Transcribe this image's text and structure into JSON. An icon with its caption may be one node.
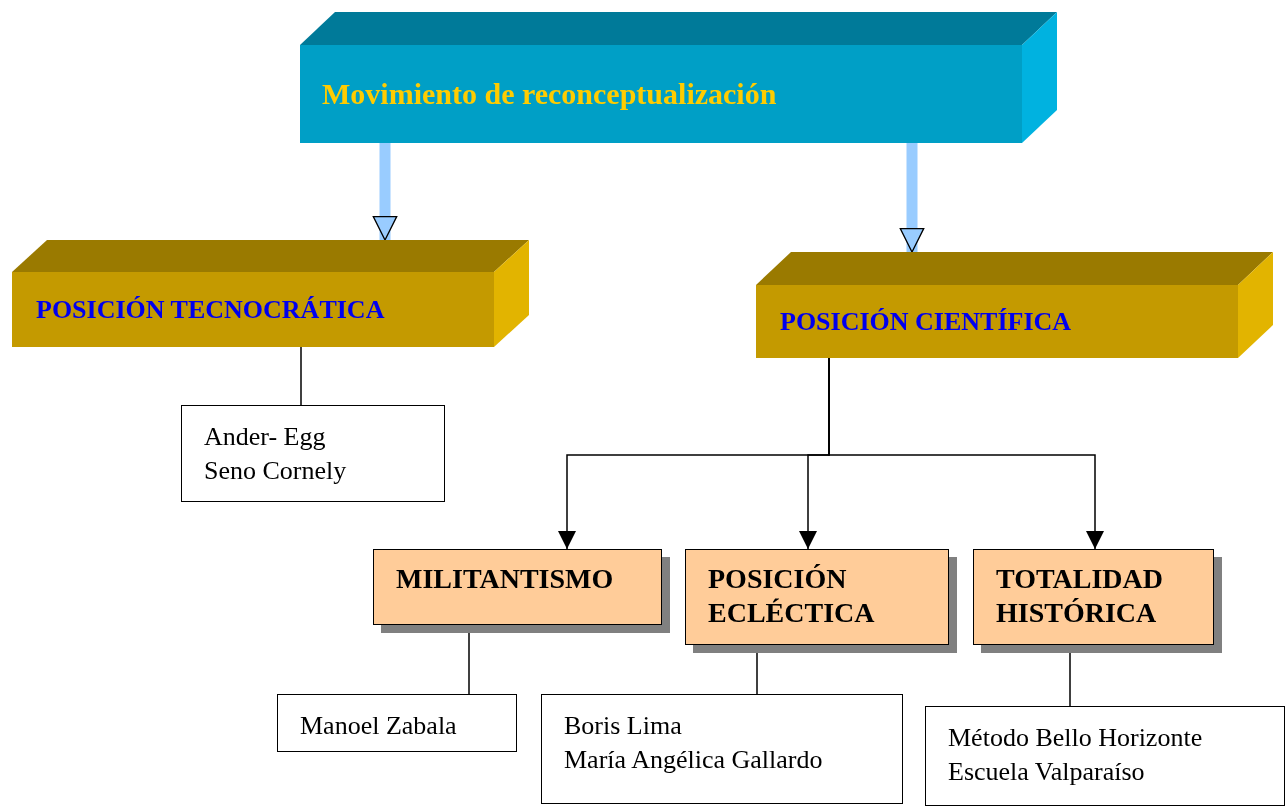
{
  "diagram": {
    "nodes": [
      {
        "text": [
          "Movimiento de reconceptualización"
        ]
      },
      {
        "text": [
          "POSICIÓN TECNOCRÁTICA"
        ]
      },
      {
        "text": [
          "POSICIÓN CIENTÍFICA"
        ]
      },
      {
        "text": [
          "Ander- Egg",
          "Seno Cornely"
        ]
      },
      {
        "text": [
          "MILITANTISMO"
        ]
      },
      {
        "text": [
          "POSICIÓN ECLÉCTICA"
        ]
      },
      {
        "text": [
          "TOTALIDAD HISTÓRICA"
        ]
      },
      {
        "text": [
          "Manoel Zabala"
        ]
      },
      {
        "text": [
          "Boris Lima",
          "María Angélica Gallardo"
        ]
      },
      {
        "text": [
          "Método Bello Horizonte",
          "Escuela Valparaíso"
        ]
      }
    ],
    "edges": [
      {
        "from": 0,
        "to": 1,
        "arrow": "to",
        "style": "thick",
        "color": "#99ccff"
      },
      {
        "from": 0,
        "to": 2,
        "arrow": "to",
        "style": "thick",
        "color": "#99ccff"
      },
      {
        "from": 1,
        "to": 3,
        "arrow": "none"
      },
      {
        "from": 2,
        "to": 4,
        "arrow": "to"
      },
      {
        "from": 2,
        "to": 5,
        "arrow": "to"
      },
      {
        "from": 2,
        "to": 6,
        "arrow": "to"
      },
      {
        "from": 4,
        "to": 7,
        "arrow": "none"
      },
      {
        "from": 5,
        "to": 8,
        "arrow": "none"
      },
      {
        "from": 6,
        "to": 9,
        "arrow": "none"
      }
    ]
  }
}
